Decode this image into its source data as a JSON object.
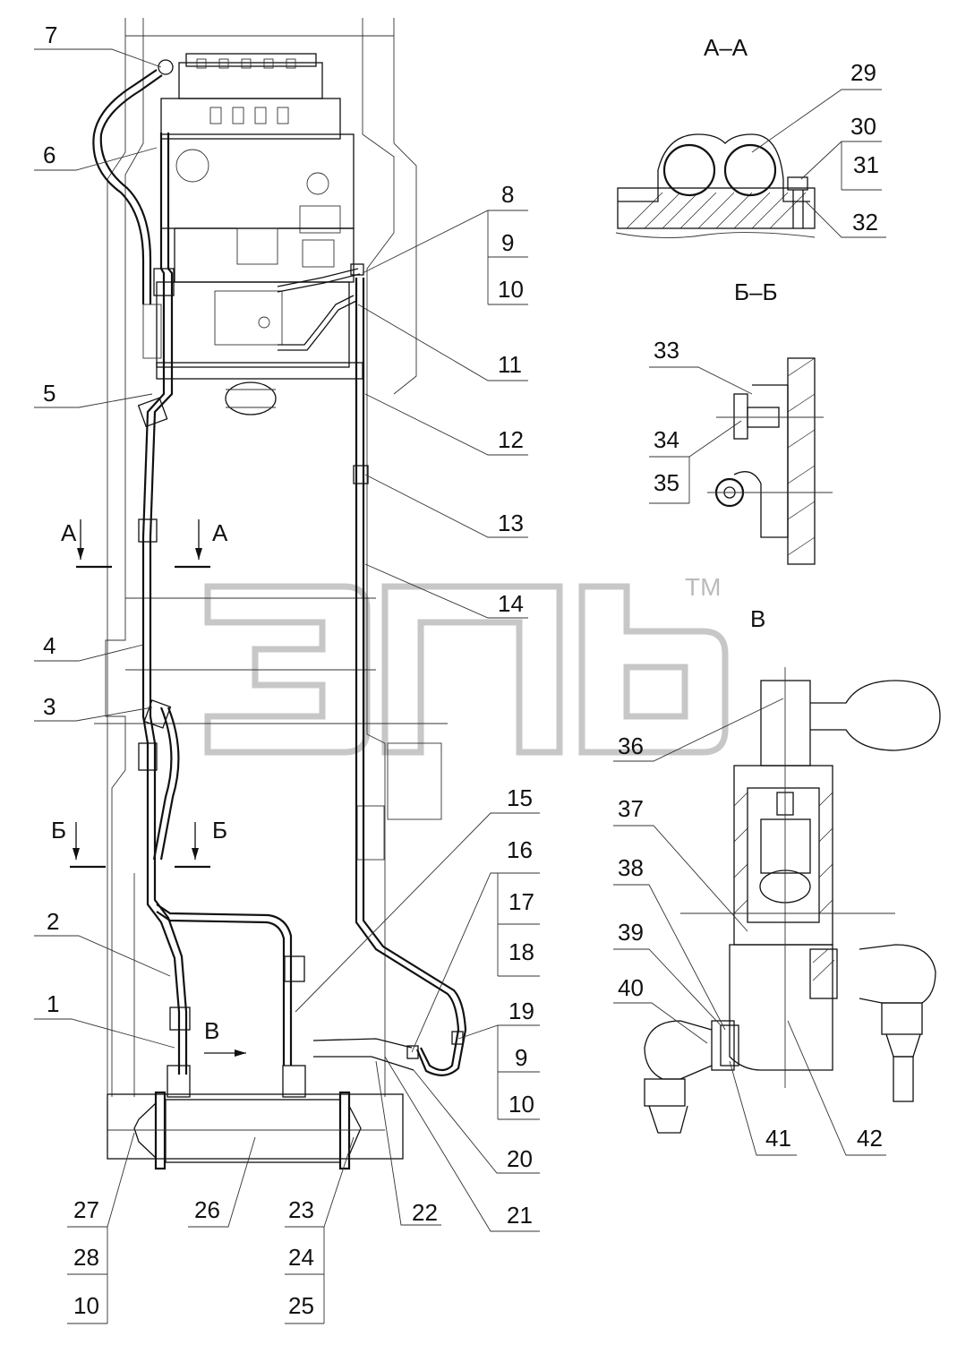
{
  "sections": {
    "aa": "А–А",
    "bb": "Б–Б",
    "v": "В",
    "aa_mark": "А",
    "bb_mark": "Б",
    "v_mark": "В"
  },
  "watermark": {
    "tm": "TM"
  },
  "labels": {
    "l7": "7",
    "l6": "6",
    "l5": "5",
    "l4": "4",
    "l3": "3",
    "l2": "2",
    "l1": "1",
    "l8": "8",
    "l9a": "9",
    "l10a": "10",
    "l11": "11",
    "l12": "12",
    "l13": "13",
    "l14": "14",
    "l15": "15",
    "l16": "16",
    "l17": "17",
    "l18": "18",
    "l19": "19",
    "l9b": "9",
    "l10b": "10",
    "l20": "20",
    "l21": "21",
    "l22": "22",
    "l23": "23",
    "l24": "24",
    "l25": "25",
    "l26": "26",
    "l27": "27",
    "l28": "28",
    "l10c": "10",
    "l29": "29",
    "l30": "30",
    "l31": "31",
    "l32": "32",
    "l33": "33",
    "l34": "34",
    "l35": "35",
    "l36": "36",
    "l37": "37",
    "l38": "38",
    "l39": "39",
    "l40": "40",
    "l41": "41",
    "l42": "42"
  }
}
